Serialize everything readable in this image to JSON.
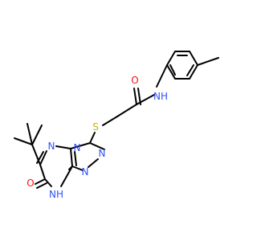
{
  "diagram": {
    "background": "#ffffff",
    "bond_color": "#000000",
    "colors": {
      "N": "#3050f8",
      "O": "#ff0d0d",
      "S": "#c8b400",
      "H": "#000000"
    },
    "labels": {
      "amide_o": "O",
      "amide_nh": "NH",
      "thio_s": "S",
      "triazine_n1": "N",
      "triazine_n2": "N",
      "triazole_n1": "N",
      "triazole_n2": "N",
      "ketone_o": "O",
      "ring_nh": "NH"
    }
  }
}
